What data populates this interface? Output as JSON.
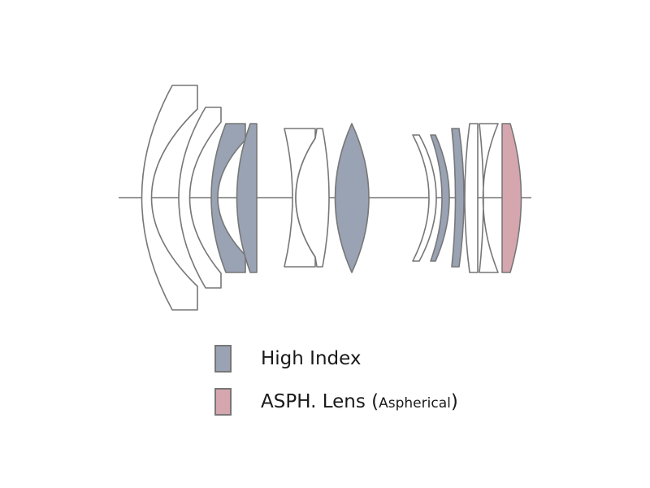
{
  "colors": {
    "outline": "#777777",
    "high_index": "#99a3b4",
    "aspherical": "#d5a6ae",
    "normal": "#ffffff"
  },
  "legend": {
    "high_index": {
      "label": "High Index",
      "color_key": "high_index"
    },
    "asph": {
      "label": "ASPH. Lens (",
      "note": "Aspherical",
      "close": ")",
      "color_key": "aspherical"
    }
  },
  "elements": [
    {
      "group": 1,
      "type": "normal"
    },
    {
      "group": 1,
      "type": "normal"
    },
    {
      "group": 1,
      "type": "high_index"
    },
    {
      "group": 1,
      "type": "high_index"
    },
    {
      "group": 2,
      "type": "normal"
    },
    {
      "group": 2,
      "type": "normal"
    },
    {
      "group": 3,
      "type": "high_index"
    },
    {
      "group": 4,
      "type": "normal"
    },
    {
      "group": 4,
      "type": "high_index"
    },
    {
      "group": 4,
      "type": "high_index"
    },
    {
      "group": 5,
      "type": "normal"
    },
    {
      "group": 5,
      "type": "normal"
    },
    {
      "group": 5,
      "type": "aspherical"
    }
  ]
}
